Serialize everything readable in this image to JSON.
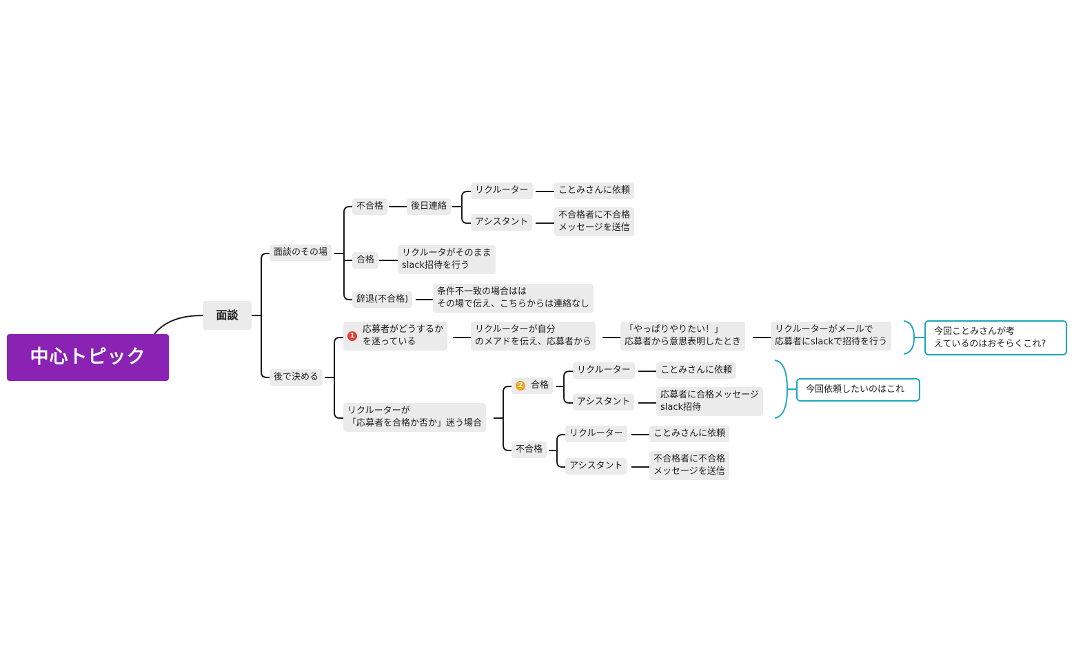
{
  "root": {
    "label": "中心トピック",
    "color": "#8a23b3"
  },
  "main": {
    "label": "面談"
  },
  "on_the_spot": {
    "label": "面談のその場",
    "fail": {
      "label": "不合格",
      "later": {
        "label": "後日連絡",
        "recruiter": {
          "label": "リクルーター",
          "action": "ことみさんに依頼"
        },
        "assistant": {
          "label": "アシスタント",
          "action": "不合格者に不合格\nメッセージを送信"
        }
      }
    },
    "pass": {
      "label": "合格",
      "action": "リクルータがそのまま\nslack招待を行う"
    },
    "decline": {
      "label": "辞退(不合格)",
      "action": "条件不一致の場合はは\nその場で伝え、こちらからは連絡なし"
    }
  },
  "later_decide": {
    "label": "後で決める",
    "applicant_unsure": {
      "marker": "1",
      "label": "応募者がどうするか\nを迷っている",
      "step1": "リクルーターが自分\nのメアドを伝え、応募者から",
      "step2": "「やっぱりやりたい！」\n応募者から意思表明したとき",
      "step3": "リクルーターがメールで\n応募者にslackで招待を行う",
      "callout": "今回ことみさんが考\nえているのはおそらくこれ?"
    },
    "recruiter_unsure": {
      "label": "リクルーターが\n「応募者を合格か否か」迷う場合",
      "pass": {
        "marker": "2",
        "label": "合格",
        "recruiter": {
          "label": "リクルーター",
          "action": "ことみさんに依頼"
        },
        "assistant": {
          "label": "アシスタント",
          "action": "応募者に合格メッセージ\nslack招待"
        },
        "callout": "今回依頼したいのはこれ"
      },
      "fail": {
        "label": "不合格",
        "recruiter": {
          "label": "リクルーター",
          "action": "ことみさんに依頼"
        },
        "assistant": {
          "label": "アシスタント",
          "action": "不合格者に不合格\nメッセージを送信"
        }
      }
    }
  },
  "colors": {
    "line": "#1a1a1a",
    "callout": "#1aa6c0",
    "marker1": "#e33c3c",
    "marker2": "#f2a51c"
  }
}
